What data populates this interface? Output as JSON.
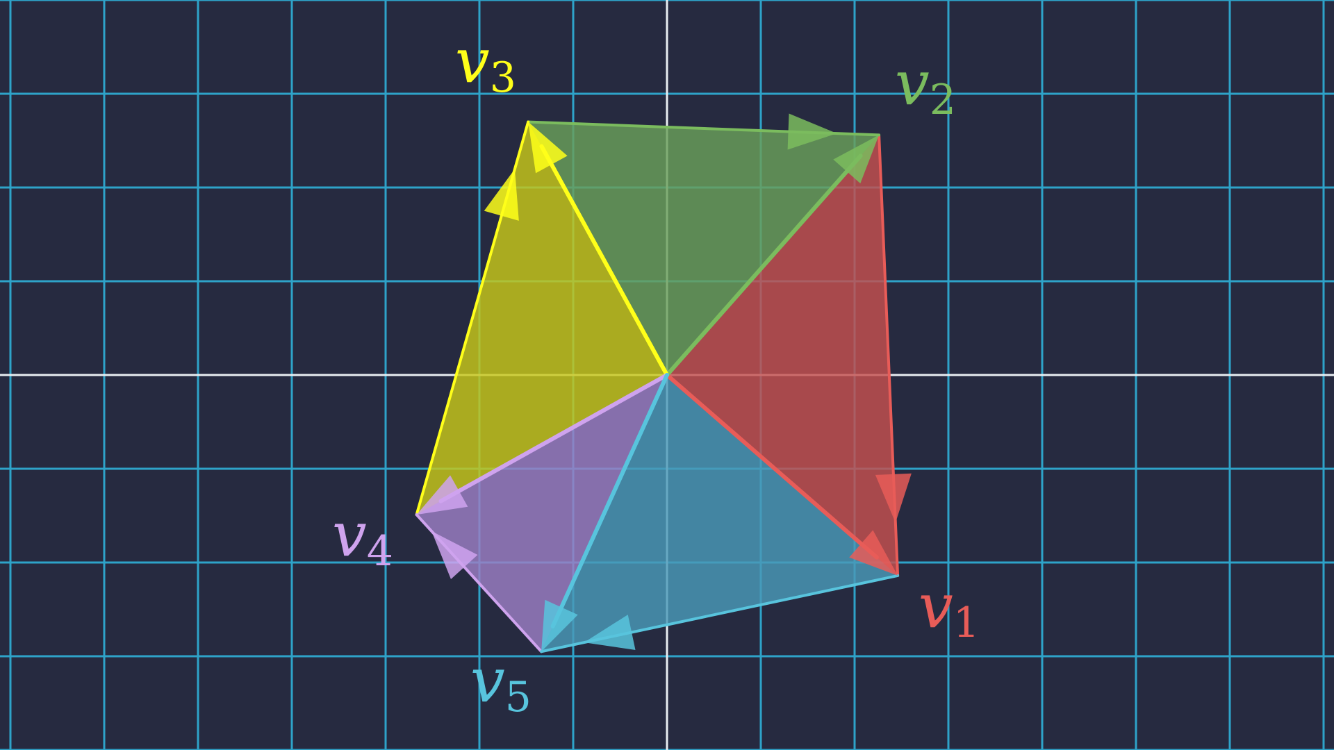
{
  "scene": {
    "background": "#262a40",
    "grid_color": "#2ea3c9",
    "axis_color": "#e8eef2",
    "grid": true,
    "grid_step": 1,
    "x_range": [
      -7,
      7
    ],
    "y_range": [
      -4,
      4
    ]
  },
  "vectors": [
    {
      "id": "v1",
      "label": "v",
      "subscript": "1",
      "tip": [
        2.46,
        -2.14
      ],
      "color": "#e85c58",
      "fill": "#c6504f"
    },
    {
      "id": "v2",
      "label": "v",
      "subscript": "2",
      "tip": [
        2.26,
        2.56
      ],
      "color": "#7bbc5e",
      "fill": "#6aa05a"
    },
    {
      "id": "v3",
      "label": "v",
      "subscript": "3",
      "tip": [
        -1.48,
        2.7
      ],
      "color": "#ffff1a",
      "fill": "#c8c81a"
    },
    {
      "id": "v4",
      "label": "v",
      "subscript": "4",
      "tip": [
        -2.67,
        -1.49
      ],
      "color": "#cfa3ee",
      "fill": "#9c7fc5"
    },
    {
      "id": "v5",
      "label": "v",
      "subscript": "5",
      "tip": [
        -1.34,
        -2.95
      ],
      "color": "#58c4dd",
      "fill": "#4a9ab8"
    }
  ]
}
